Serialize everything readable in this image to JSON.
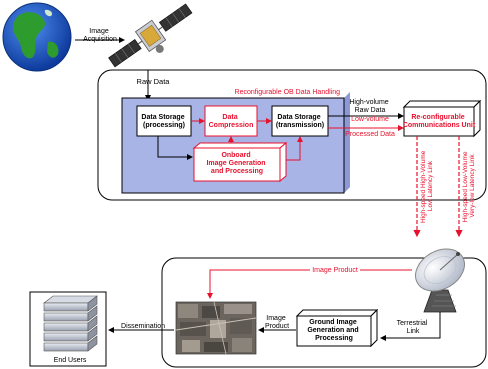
{
  "labels": {
    "image_acquisition_1": "Image",
    "image_acquisition_2": "Acquisition",
    "raw_data": "Raw Data",
    "reconfigurable_ob": "Reconfigurable OB Data Handling",
    "storage_processing_1": "Data Storage",
    "storage_processing_2": "(processing)",
    "compression_1": "Data",
    "compression_2": "Compression",
    "storage_transmission_1": "Data Storage",
    "storage_transmission_2": "(transmission)",
    "onboard_1": "Onboard",
    "onboard_2": "Image Generation",
    "onboard_3": "and Processing",
    "high_volume_1": "High-volume",
    "high_volume_2": "Raw Data",
    "low_volume_1": "Low-volume",
    "low_volume_2": "Processed Data",
    "comm_unit_1": "Re-configurable",
    "comm_unit_2": "Communications Unit",
    "link_high_1": "High-speed High-Volume",
    "link_high_2": "Low Latency Link",
    "link_low_1": "High-speed Low-Volume",
    "link_low_2": "Very-low Latency Link",
    "image_product_top": "Image Product",
    "terrestrial_1": "Terrestrial",
    "terrestrial_2": "Link",
    "ground_1": "Ground Image",
    "ground_2": "Generation and",
    "ground_3": "Processing",
    "image_product_1": "Image",
    "image_product_2": "Product",
    "dissemination": "Dissemination",
    "end_users": "End Users"
  },
  "colors": {
    "accent_red": "#e8112d",
    "black": "#000000",
    "panel_blue": "#a8b3e6",
    "panel_shadow": "#8d99d6",
    "ocean": "#1a55c8",
    "land": "#2e9b2e"
  }
}
